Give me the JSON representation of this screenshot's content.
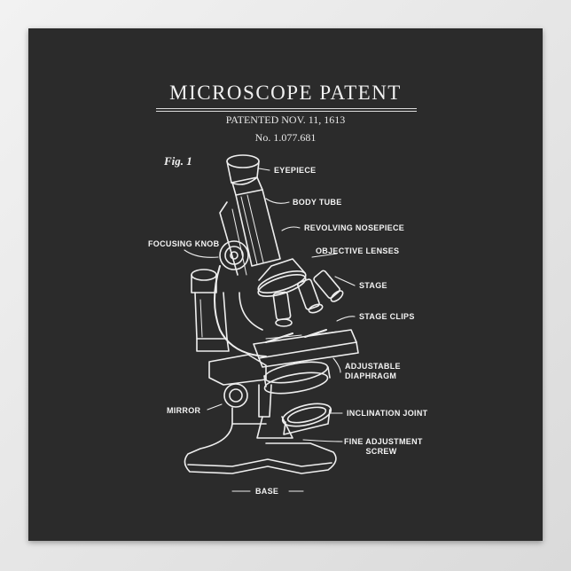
{
  "title": "MICROSCOPE PATENT",
  "patented": "PATENTED NOV. 11, 1613",
  "patent_number": "No. 1.077.681",
  "figure_label": "Fig. 1",
  "labels": {
    "eyepiece": "EYEPIECE",
    "body_tube": "BODY TUBE",
    "revolving_nosepiece": "REVOLVING NOSEPIECE",
    "objective_lenses": "OBJECTIVE LENSES",
    "stage": "STAGE",
    "stage_clips": "STAGE CLIPS",
    "adjustable_diaphragm_1": "ADJUSTABLE",
    "adjustable_diaphragm_2": "DIAPHRAGM",
    "inclination_joint": "INCLINATION JOINT",
    "fine_adjustment_1": "FINE ADJUSTMENT",
    "fine_adjustment_2": "SCREW",
    "focusing_knob": "FOCUSING KNOB",
    "mirror": "MIRROR",
    "base": "BASE"
  },
  "colors": {
    "poster_background": "#2b2b2b",
    "ink": "#f1f1f1",
    "wall": "#e6e6e6"
  }
}
